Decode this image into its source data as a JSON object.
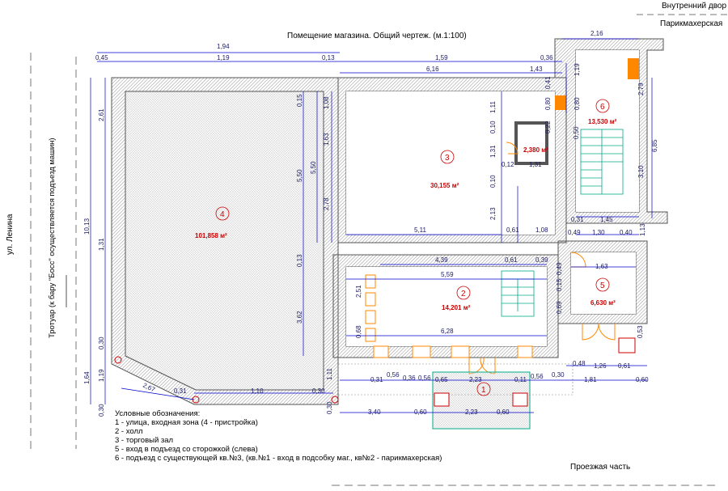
{
  "title": "Помещение магазина.  Общий чертеж. (м.1:100)",
  "labels": {
    "courtyard": "Внутренний двор",
    "barber": "Парикмахерская",
    "street": "ул. Ленина",
    "sidewalk": "Тротуар (к бару \"Босс\" осуществляется подъезд машин)",
    "roadway": "Проезжая часть"
  },
  "rooms": [
    {
      "num": "1"
    },
    {
      "num": "2",
      "area": "14,201 м²"
    },
    {
      "num": "3",
      "area": "30,155 м²"
    },
    {
      "num": "4",
      "area": "101,858 м²"
    },
    {
      "num": "5",
      "area": "6,630 м²"
    },
    {
      "num": "6",
      "area": "13,530 м²"
    },
    {
      "num": "",
      "area": "2,380 м²"
    }
  ],
  "dimensions": {
    "top": [
      "1,94",
      "0,45",
      "1,19",
      "0,13",
      "1,59",
      "0,36",
      "6,16",
      "1,43",
      "2,16"
    ],
    "left": [
      "10,13",
      "2,61",
      "1,31",
      "0,30",
      "1,64",
      "1,19",
      "0,30"
    ],
    "hall_left": [
      "0,15",
      "5,50",
      "0,13",
      "3,62"
    ],
    "mid": [
      "1,08",
      "1,63",
      "2,78",
      "5,50"
    ],
    "room3": [
      "1,11",
      "0,10",
      "1,31",
      "0,10",
      "2,13",
      "5,11",
      "0,61",
      "1,08",
      "0,12",
      "1,31",
      "0,41",
      "0,80",
      "0,22",
      "0,50"
    ],
    "room2": [
      "4,39",
      "5,59",
      "6,28",
      "2,51",
      "0,68",
      "0,61",
      "0,39"
    ],
    "room6": [
      "1,19",
      "0,80",
      "2,79",
      "6,85",
      "3,10",
      "0,31",
      "1,45",
      "0,49",
      "1,30",
      "0,40",
      "1,13"
    ],
    "room5": [
      "1,63",
      "0,69",
      "0,15",
      "0,49",
      "0,53"
    ],
    "bottom_row1": [
      "0,31",
      "0,56",
      "0,36",
      "0,56",
      "0,65",
      "2,23",
      "0,11",
      "0,56",
      "0,30",
      "1,81",
      "0,60",
      "0,48",
      "1,26",
      "0,61"
    ],
    "bottom_row2": [
      "3,40",
      "0,60",
      "2,23",
      "0,60"
    ],
    "corner": [
      "2,67",
      "0,31",
      "1,10",
      "0,30",
      "1,11",
      "0,30"
    ]
  },
  "legend": {
    "title": "Условные обозначения:",
    "items": [
      "1 - улица, входная зона (4 - пристройка)",
      "2 - холл",
      "3 - торговый зал",
      "5 - вход в подъезд со сторожкой (слева)",
      "6 - подъезд с существующей кв.№3, (кв.№1 - вход в подсобку маг., кв№2 - парикмахерская)"
    ]
  },
  "colors": {
    "wall": "#888888",
    "wall_hatch": "#aaaaaa",
    "dim_line": "#0000cc",
    "area_text": "#cc0000",
    "door": "#ff8800",
    "stair": "#00aa88",
    "window_marker": "#cc0000"
  }
}
